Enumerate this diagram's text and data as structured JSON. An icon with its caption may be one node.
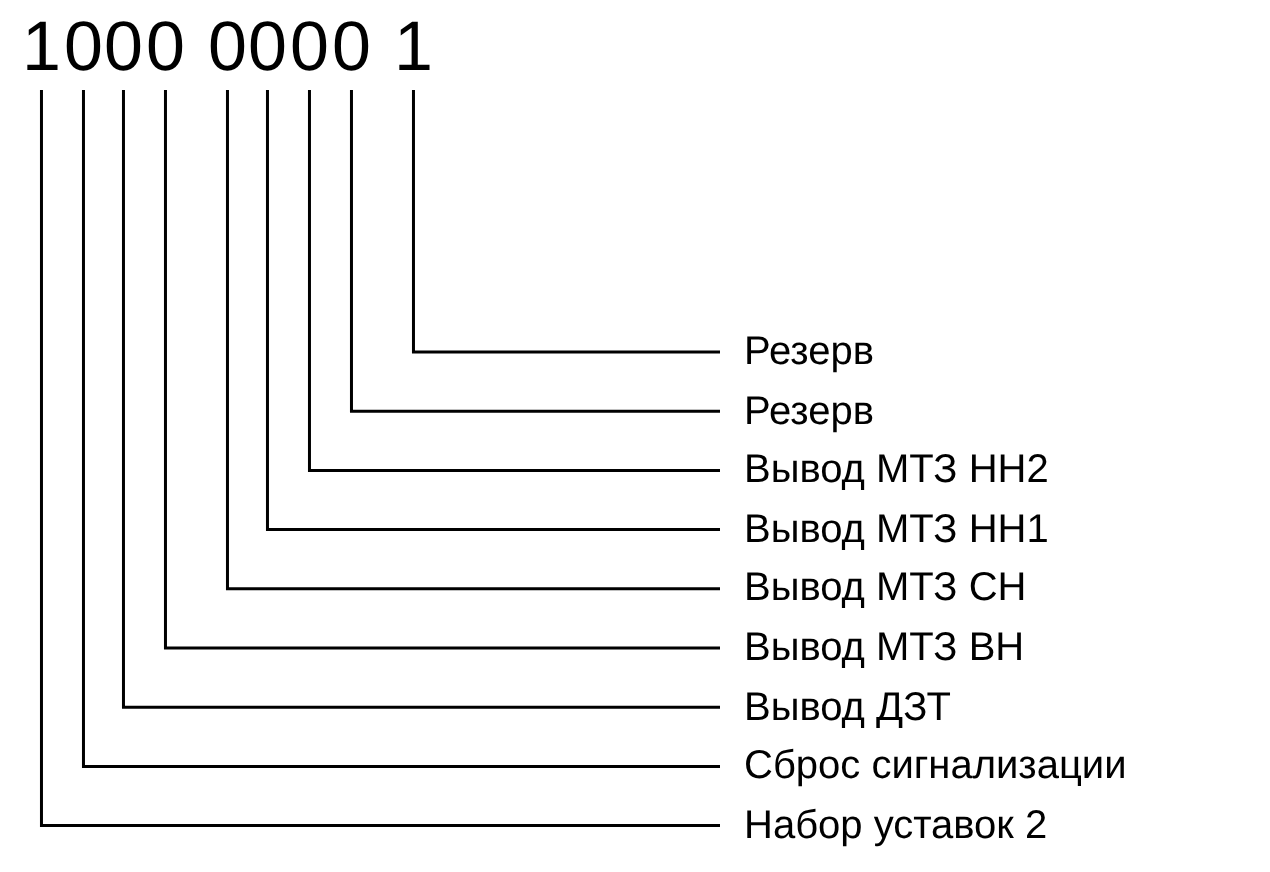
{
  "diagram": {
    "nodes": [
      {
        "text": [
          "1"
        ]
      },
      {
        "text": [
          "0"
        ]
      },
      {
        "text": [
          "0"
        ]
      },
      {
        "text": [
          "0"
        ]
      },
      {
        "text": [
          "0"
        ]
      },
      {
        "text": [
          "0"
        ]
      },
      {
        "text": [
          "0"
        ]
      },
      {
        "text": [
          "0"
        ]
      },
      {
        "text": [
          "1"
        ]
      },
      {
        "text": [
          "Резерв"
        ]
      },
      {
        "text": [
          "Резерв"
        ]
      },
      {
        "text": [
          "Вывод МТЗ НН2"
        ]
      },
      {
        "text": [
          "Вывод МТЗ НН1"
        ]
      },
      {
        "text": [
          "Вывод МТЗ СН"
        ]
      },
      {
        "text": [
          "Вывод МТЗ ВН"
        ]
      },
      {
        "text": [
          "Вывод ДЗТ"
        ]
      },
      {
        "text": [
          "Сброс сигнализации"
        ]
      },
      {
        "text": [
          "Набор уставок 2"
        ]
      }
    ],
    "edges": [
      {
        "from": 9,
        "to": 8,
        "arrow": "none"
      },
      {
        "from": 10,
        "to": 7,
        "arrow": "none"
      },
      {
        "from": 11,
        "to": 6,
        "arrow": "none"
      },
      {
        "from": 12,
        "to": 5,
        "arrow": "none"
      },
      {
        "from": 13,
        "to": 4,
        "arrow": "none"
      },
      {
        "from": 14,
        "to": 3,
        "arrow": "none"
      },
      {
        "from": 15,
        "to": 2,
        "arrow": "none"
      },
      {
        "from": 16,
        "to": 1,
        "arrow": "none"
      },
      {
        "from": 17,
        "to": 0,
        "arrow": "none"
      }
    ]
  }
}
